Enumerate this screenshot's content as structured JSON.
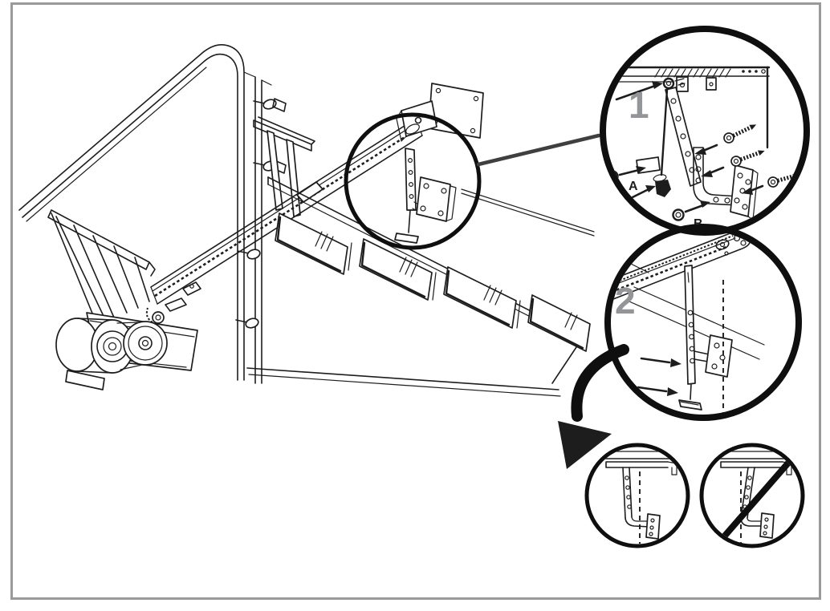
{
  "figure": {
    "kind": "garage-door-opener-installation-diagram",
    "palette": {
      "background": "#ffffff",
      "frame_border": "#9a9a9a",
      "ink": "#1d1d1d",
      "callout_number_gray": "#939598",
      "leader_line": "#3f3f3f"
    },
    "callout_1": {
      "number": "1",
      "fastener_label_a": "A",
      "fastener_label_b": "B"
    },
    "callout_2": {
      "number": "2"
    }
  }
}
